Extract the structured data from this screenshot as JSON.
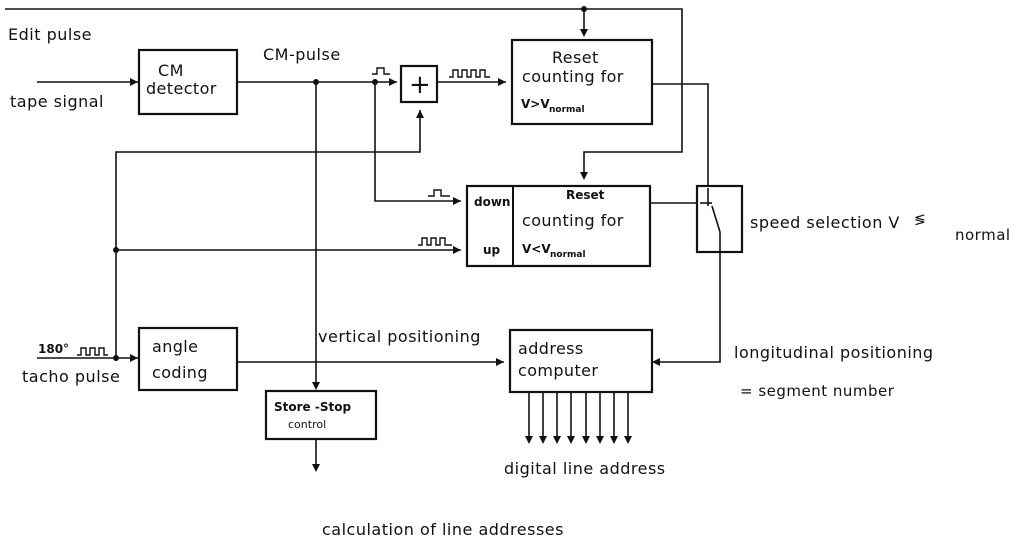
{
  "inputs": {
    "edit_pulse": "Edit pulse",
    "tape_signal": "tape signal",
    "tacho_deg": "180°",
    "tacho_pulse": "tacho pulse"
  },
  "signals": {
    "cm_pulse": "CM-pulse",
    "vertical_positioning": "vertical positioning",
    "down": "down",
    "up": "up"
  },
  "blocks": {
    "cm_detector": {
      "line1": "CM",
      "line2": "detector"
    },
    "summing_junction": {
      "symbol": "+"
    },
    "reset_fast": {
      "line1": "Reset",
      "line2": "counting for",
      "cond": "V>V",
      "cond_sub": "normal"
    },
    "reset_slow": {
      "line1": "Reset",
      "line2": "counting for",
      "cond": "V<V",
      "cond_sub": "normal"
    },
    "angle_coding": {
      "line1": "angle",
      "line2": "coding"
    },
    "address_computer": {
      "line1": "address",
      "line2": "computer"
    },
    "store_stop": {
      "line1": "Store  -Stop",
      "line2": "control"
    }
  },
  "annotations": {
    "speed_selection": "speed selection V",
    "speed_selection_sym": "≶",
    "speed_selection_sub": "normal",
    "longitudinal_positioning": "longitudinal positioning",
    "segment_number": "= segment number",
    "digital_line_address": "digital line address",
    "caption": "calculation of line addresses"
  }
}
